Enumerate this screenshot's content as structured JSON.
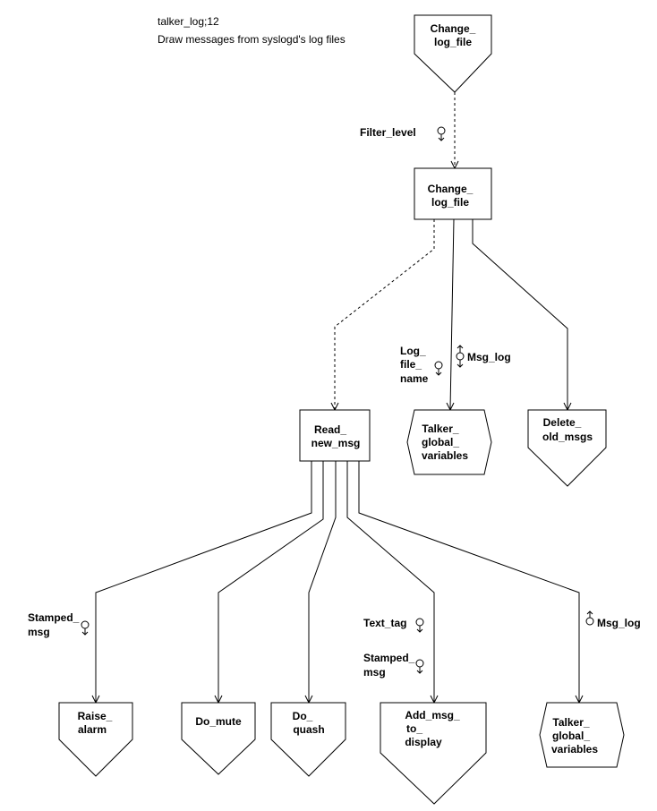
{
  "header": {
    "title": "talker_log;12",
    "subtitle": "Draw messages from syslogd's log files"
  },
  "modules": {
    "change_log_file_top": [
      "Change_",
      "log_file"
    ],
    "change_log_file": [
      "Change_",
      "log_file"
    ],
    "read_new_msg": [
      "Read_",
      "new_msg"
    ],
    "talker_global_variables_1": [
      "Talker_",
      "global_",
      "variables"
    ],
    "delete_old_msgs": [
      "Delete_",
      "old_msgs"
    ],
    "raise_alarm": [
      "Raise_",
      "alarm"
    ],
    "do_mute": [
      "Do_mute"
    ],
    "do_quash": [
      "Do_",
      "quash"
    ],
    "add_msg_to_display": [
      "Add_msg_",
      "to_",
      "display"
    ],
    "talker_global_variables_2": [
      "Talker_",
      "global_",
      "variables"
    ]
  },
  "couples": {
    "filter_level": [
      "Filter_level"
    ],
    "log_file_name": [
      "Log_",
      "file_",
      "name"
    ],
    "msg_log_1": [
      "Msg_log"
    ],
    "stamped_msg_1": [
      "Stamped_",
      "msg"
    ],
    "text_tag": [
      "Text_tag"
    ],
    "stamped_msg_2": [
      "Stamped_",
      "msg"
    ],
    "msg_log_2": [
      "Msg_log"
    ]
  },
  "colors": {
    "line": "#000000",
    "background": "#ffffff"
  }
}
